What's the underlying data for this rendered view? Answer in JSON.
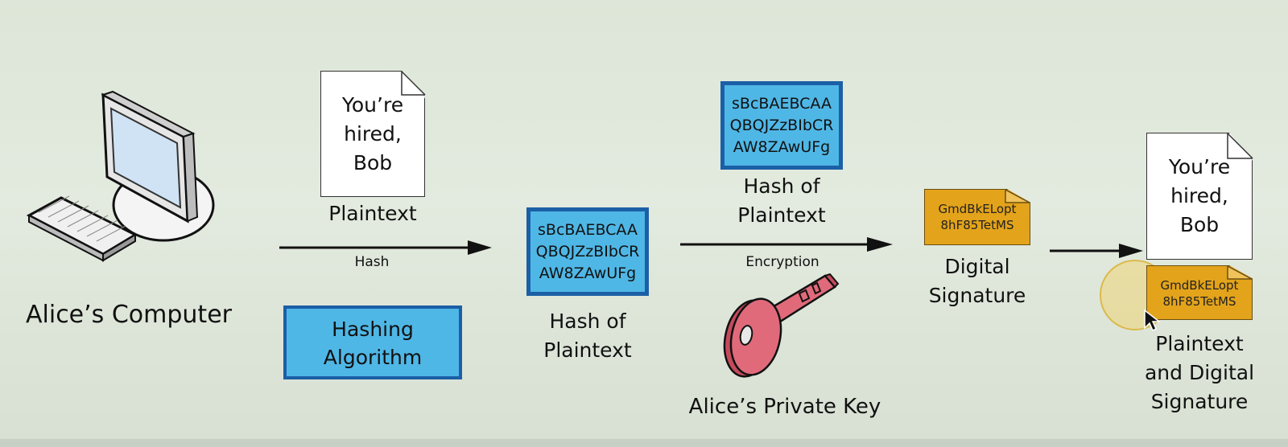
{
  "nodes": {
    "computer": {
      "label": "Alice’s Computer"
    },
    "plaintext_doc": {
      "lines": [
        "You’re",
        "hired,",
        "Bob"
      ],
      "label": "Plaintext"
    },
    "hash_arrow": {
      "label": "Hash"
    },
    "hashing_algorithm": {
      "lines": [
        "Hashing",
        "Algorithm"
      ]
    },
    "hash_box_1": {
      "lines": [
        "sBcBAEBCAA",
        "QBQJZzBIbCR",
        "AW8ZAwUFg"
      ],
      "label_lines": [
        "Hash of",
        "Plaintext"
      ]
    },
    "hash_box_2": {
      "lines": [
        "sBcBAEBCAA",
        "QBQJZzBIbCR",
        "AW8ZAwUFg"
      ],
      "label_lines": [
        "Hash of",
        "Plaintext"
      ]
    },
    "encryption_arrow": {
      "label": "Encryption"
    },
    "private_key": {
      "label": "Alice’s Private Key"
    },
    "digital_signature": {
      "lines": [
        "GmdBkELopt",
        "8hF85TetMS"
      ],
      "label_lines": [
        "Digital",
        "Signature"
      ]
    },
    "final_doc": {
      "lines": [
        "You’re",
        "hired,",
        "Bob"
      ]
    },
    "final_signature": {
      "lines": [
        "GmdBkELopt",
        "8hF85TetMS"
      ]
    },
    "final_label": {
      "lines": [
        "Plaintext",
        "and Digital",
        "Signature"
      ]
    }
  },
  "colors": {
    "hash_fill": "#4fb7e6",
    "hash_border": "#1b5fa6",
    "signature_fill": "#e3a31a",
    "key_fill": "#e06a7a",
    "highlight": "#f2d060"
  },
  "icons": {
    "computer": "desktop-computer-icon",
    "key": "key-icon",
    "cursor": "mouse-pointer-icon"
  }
}
